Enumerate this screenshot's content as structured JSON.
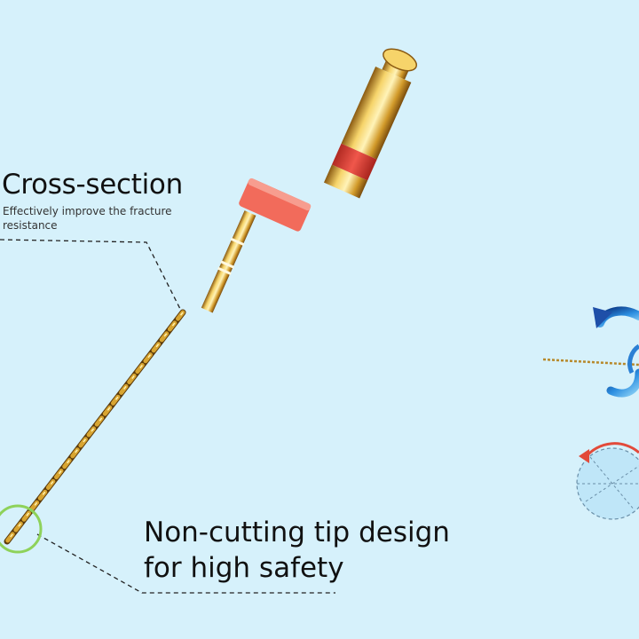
{
  "features": {
    "cross_section": {
      "title": "Cross-section",
      "description": "Effectively improve the fracture resistance"
    },
    "tip": {
      "line1": "Non-cutting tip design",
      "line2": "for high safety"
    }
  },
  "colors": {
    "background": "#d6f1fb",
    "gold": "#d8a531",
    "red_band": "#e8473e",
    "stopper": "#f26b5b",
    "tip_circle": "#8ed25a",
    "rotation_blue": "#1e6fc0",
    "rotation_red": "#e24a3a"
  }
}
